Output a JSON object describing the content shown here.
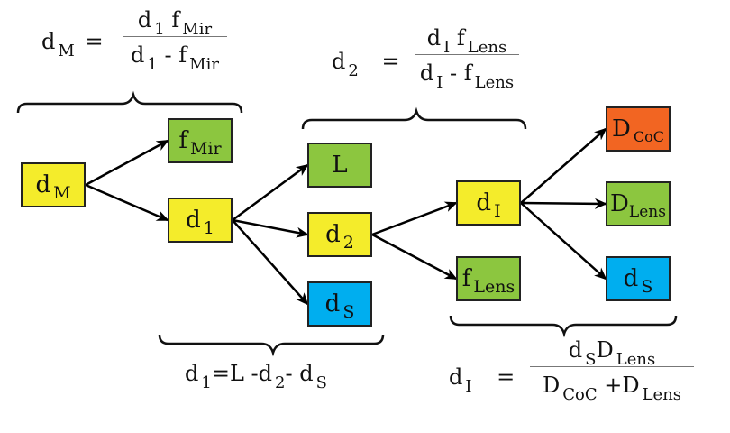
{
  "colors": {
    "yellow": "#f4ec2b",
    "green": "#8cc63f",
    "blue": "#00aeef",
    "orange": "#f26522",
    "border": "#222222",
    "arrow": "#000000"
  },
  "nodes": {
    "dM": {
      "main": "d",
      "sub": "M"
    },
    "fMir": {
      "main": "f",
      "sub": "Mir"
    },
    "d1": {
      "main": "d",
      "sub": "1"
    },
    "L": {
      "main": "L",
      "sub": ""
    },
    "d2": {
      "main": "d",
      "sub": "2"
    },
    "dS_mid": {
      "main": "d",
      "sub": "S"
    },
    "dI": {
      "main": "d",
      "sub": "I"
    },
    "fLens": {
      "main": "f",
      "sub": "Lens"
    },
    "DCoC": {
      "main": "D",
      "sub": "CoC"
    },
    "DLens": {
      "main": "D",
      "sub": "Lens"
    },
    "dS_right": {
      "main": "d",
      "sub": "S"
    }
  },
  "edges": [
    {
      "from": "dM",
      "to": "fMir"
    },
    {
      "from": "dM",
      "to": "d1"
    },
    {
      "from": "d1",
      "to": "L"
    },
    {
      "from": "d1",
      "to": "d2"
    },
    {
      "from": "d1",
      "to": "dS_mid"
    },
    {
      "from": "d2",
      "to": "dI"
    },
    {
      "from": "d2",
      "to": "fLens"
    },
    {
      "from": "dI",
      "to": "DCoC"
    },
    {
      "from": "dI",
      "to": "DLens"
    },
    {
      "from": "dI",
      "to": "dS_right"
    }
  ],
  "equations": {
    "dM": {
      "lhs_main": "d",
      "lhs_sub": "M",
      "equals": "=",
      "num": [
        {
          "m": "d",
          "s": "1"
        },
        {
          "m": "f",
          "s": "Mir"
        }
      ],
      "den": [
        {
          "m": "d",
          "s": "1"
        },
        {
          "op": "-"
        },
        {
          "m": "f",
          "s": "Mir"
        }
      ]
    },
    "d2": {
      "lhs_main": "d",
      "lhs_sub": "2",
      "equals": "=",
      "num": [
        {
          "m": "d",
          "s": "I"
        },
        {
          "m": "f",
          "s": "Lens"
        }
      ],
      "den": [
        {
          "m": "d",
          "s": "I"
        },
        {
          "op": "-"
        },
        {
          "m": "f",
          "s": "Lens"
        }
      ]
    },
    "d1": {
      "terms": [
        {
          "m": "d",
          "s": "1"
        },
        {
          "op": "="
        },
        {
          "m": "L",
          "s": ""
        },
        {
          "op": "-"
        },
        {
          "m": "d",
          "s": "2"
        },
        {
          "op": "-"
        },
        {
          "m": "d",
          "s": "S"
        }
      ]
    },
    "dI": {
      "lhs_main": "d",
      "lhs_sub": "I",
      "equals": "=",
      "num": [
        {
          "m": "d",
          "s": "S"
        },
        {
          "m": "D",
          "s": "Lens"
        }
      ],
      "den": [
        {
          "m": "D",
          "s": "CoC"
        },
        {
          "op": "+"
        },
        {
          "m": "D",
          "s": "Lens"
        }
      ]
    }
  }
}
